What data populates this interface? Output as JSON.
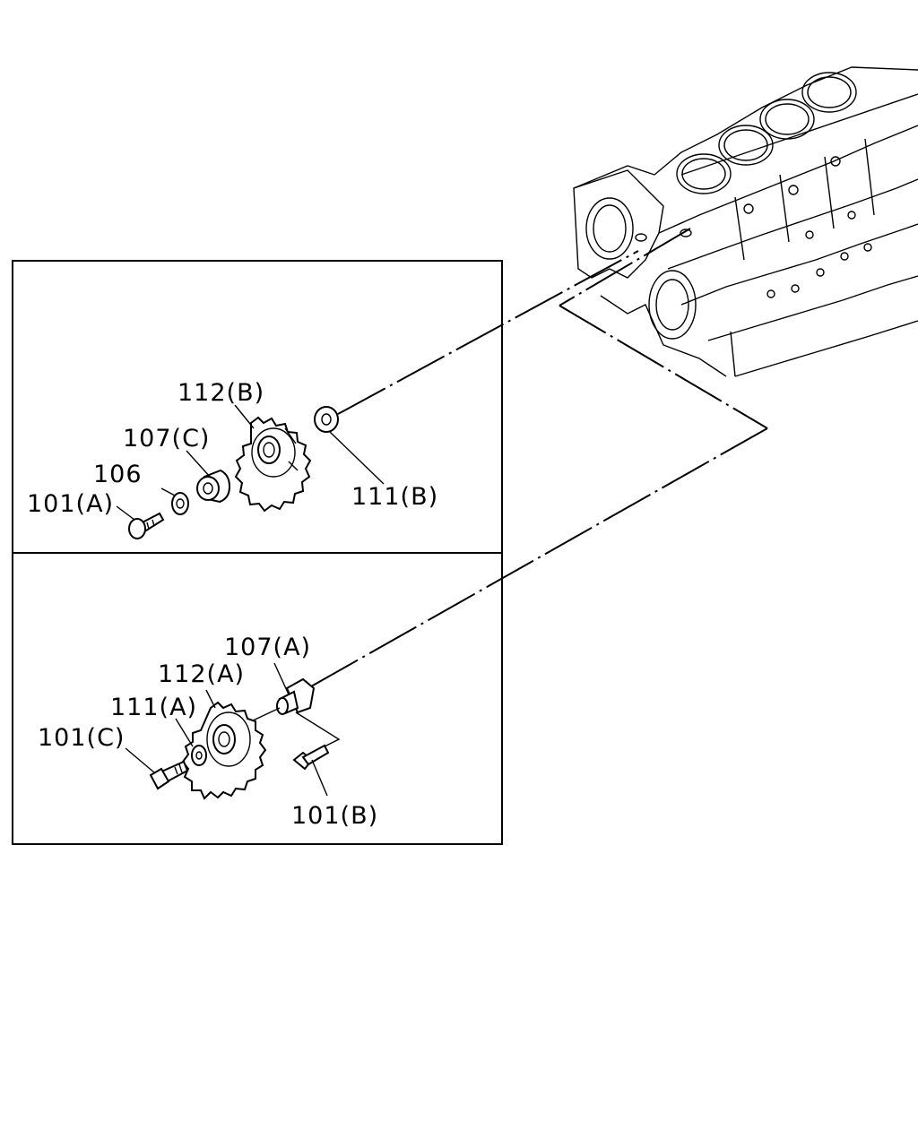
{
  "labels": {
    "gear_b": "112(B)",
    "shaft_c": "107(C)",
    "washer_106": "106",
    "bolt_a": "101(A)",
    "washer_b": "111(B)",
    "shaft_a": "107(A)",
    "gear_a": "112(A)",
    "washer_a": "111(A)",
    "bolt_c": "101(C)",
    "bolt_b": "101(B)"
  },
  "colors": {
    "line": "#000000",
    "background": "#ffffff"
  }
}
